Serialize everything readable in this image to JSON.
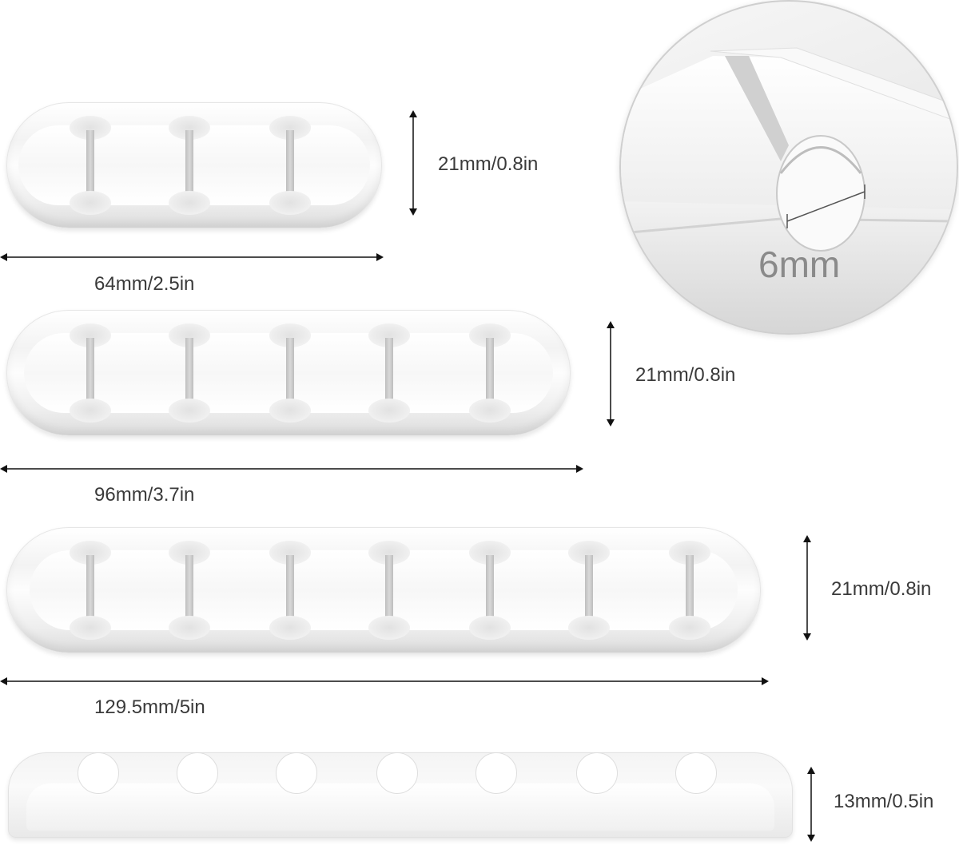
{
  "clips": [
    {
      "size": "3-slot",
      "slots": 3,
      "height_label": "21mm/0.8in",
      "width_label": "64mm/2.5in"
    },
    {
      "size": "5-slot",
      "slots": 5,
      "height_label": "21mm/0.8in",
      "width_label": "96mm/3.7in"
    },
    {
      "size": "7-slot",
      "slots": 7,
      "height_label": "21mm/0.8in",
      "width_label": "129.5mm/5in"
    }
  ],
  "profile": {
    "slots": 7,
    "height_label": "13mm/0.5in"
  },
  "zoom": {
    "diameter_label": "6mm"
  },
  "colors": {
    "accent": "#111111",
    "product": "#ffffff",
    "shadow": "#bdbdbd",
    "text": "#3a3a3a"
  }
}
